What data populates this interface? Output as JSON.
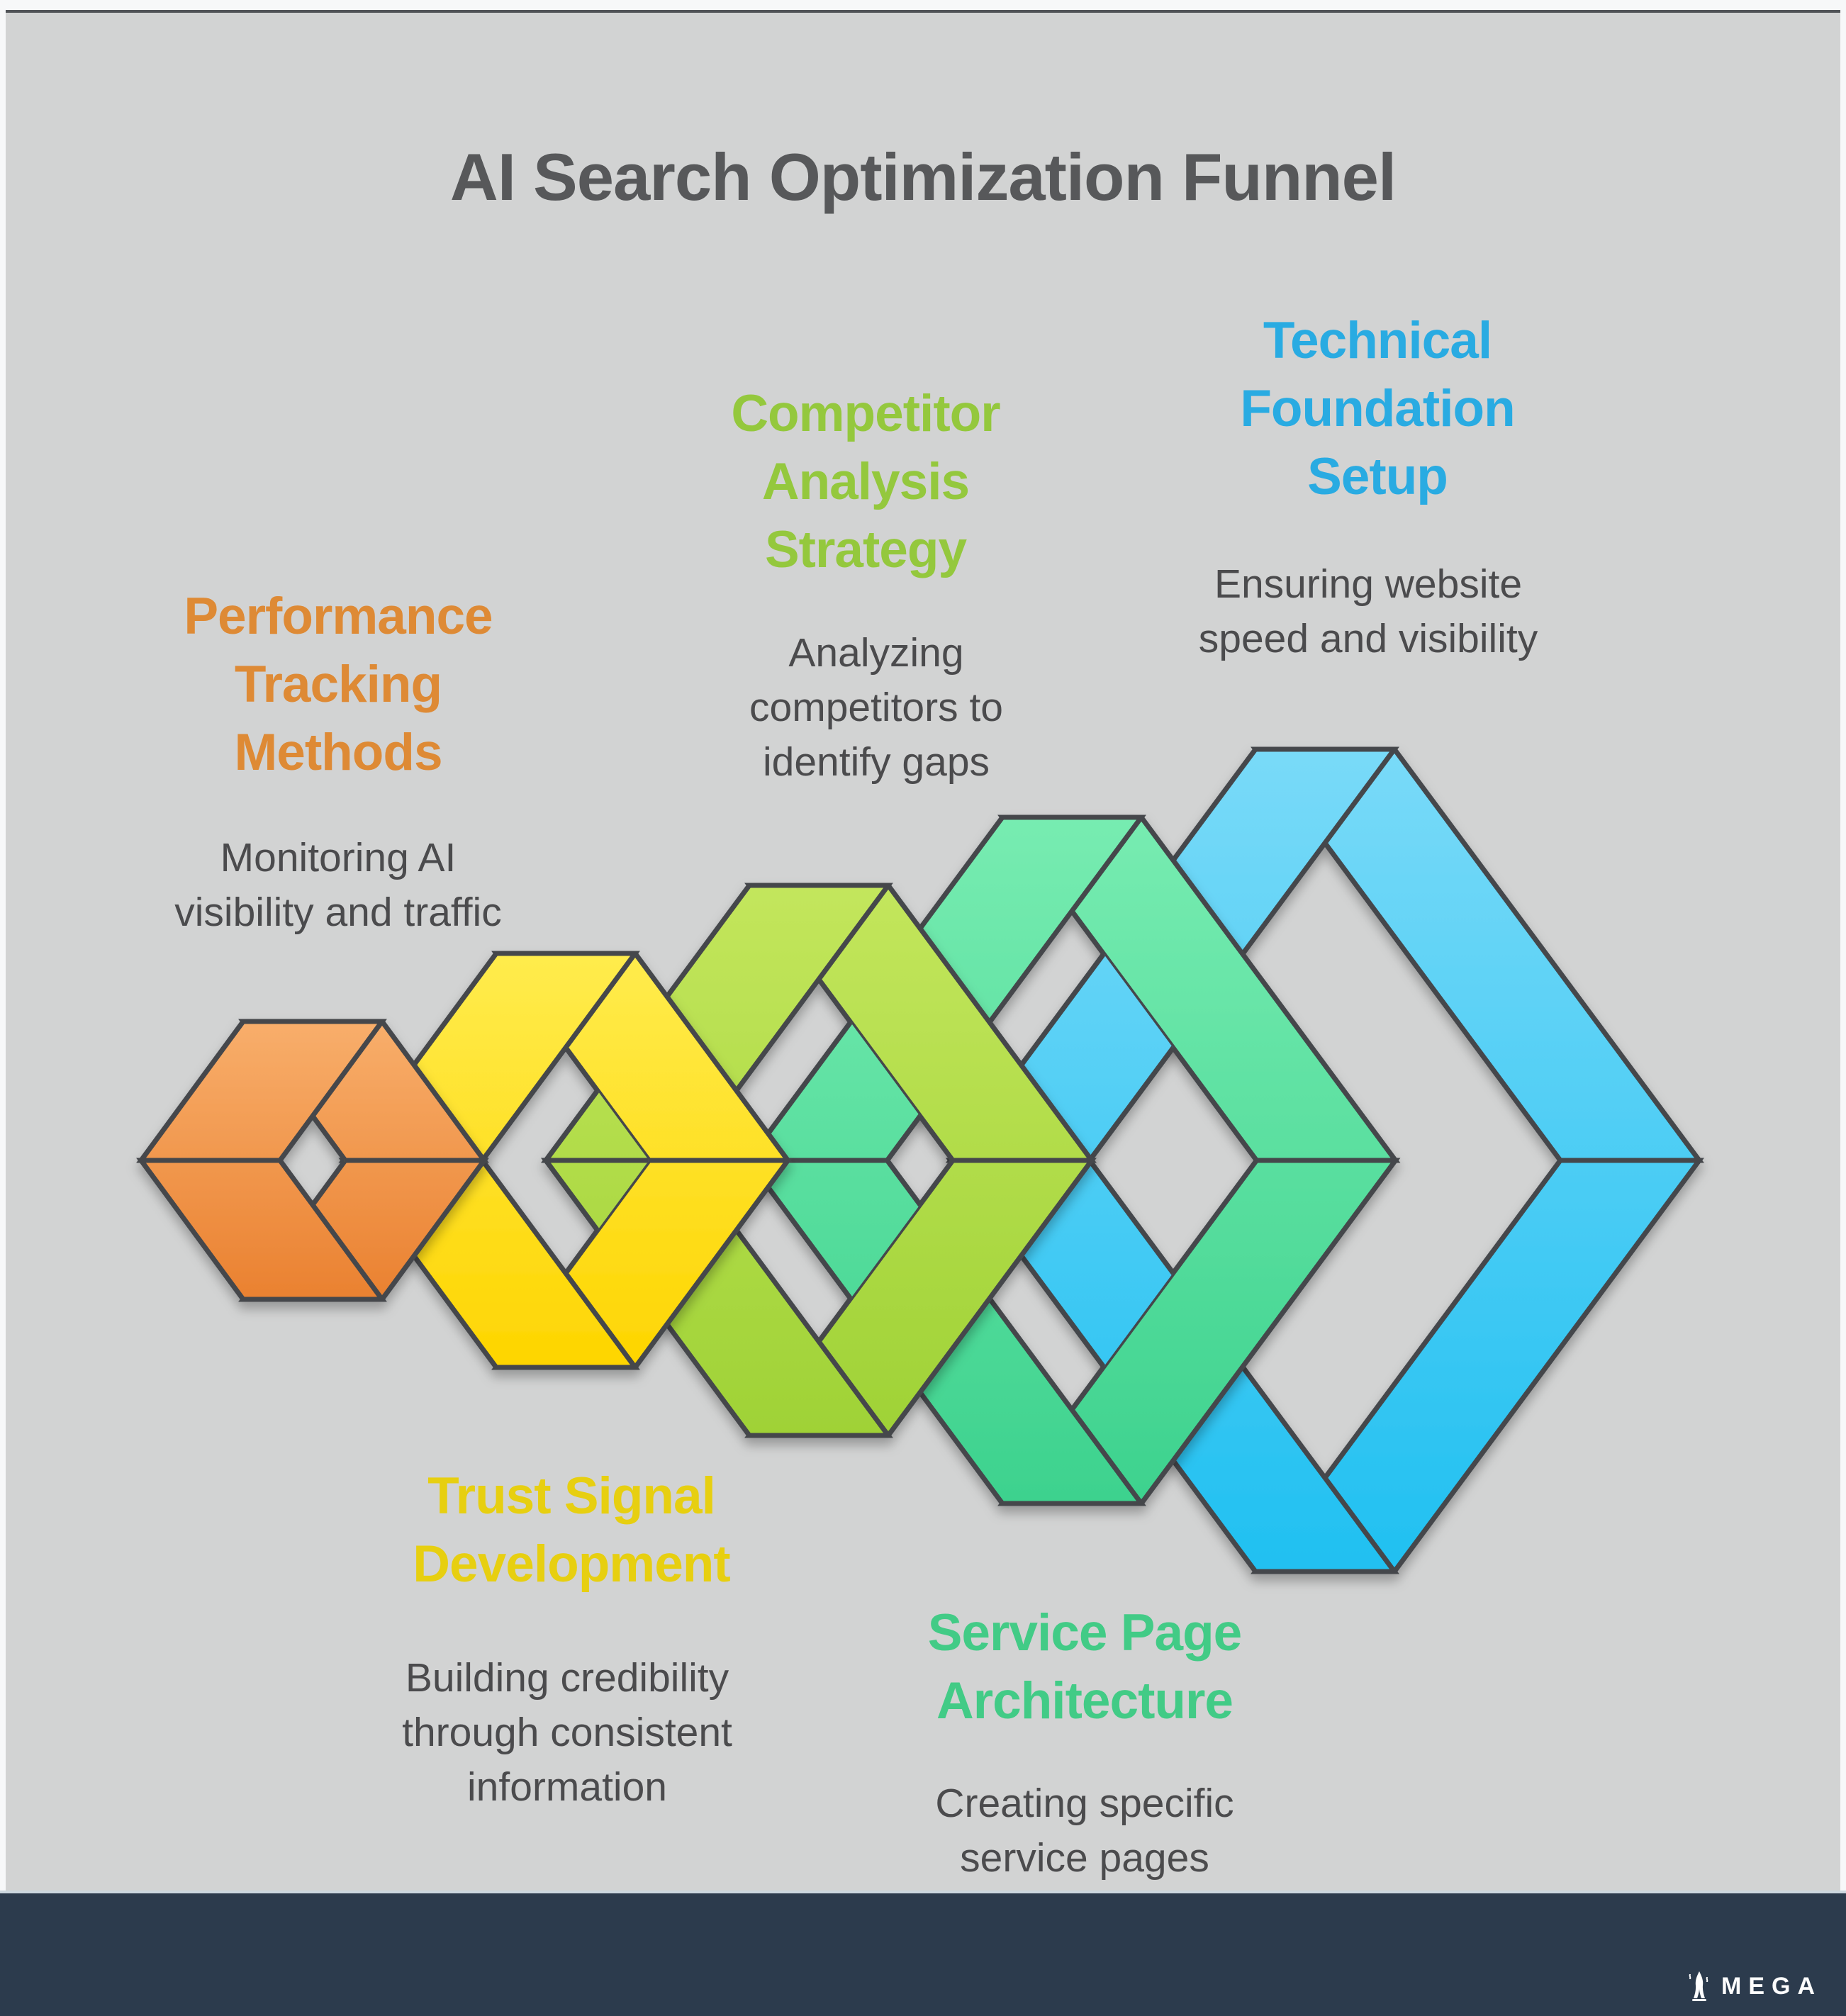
{
  "title": "AI Search Optimization Funnel",
  "stages": [
    {
      "key": "performance-tracking",
      "name": "Performance Tracking Methods",
      "title_lines": [
        "Performance",
        "Tracking",
        "Methods"
      ],
      "desc_lines": [
        "Monitoring AI",
        "visibility and traffic"
      ],
      "label_color": "#de8a35",
      "shape_light": "#f8ae6b",
      "shape_dark": "#ea8130"
    },
    {
      "key": "trust-signal",
      "name": "Trust Signal Development",
      "title_lines": [
        "Trust Signal",
        "Development"
      ],
      "desc_lines": [
        "Building credibility",
        "through consistent",
        "information"
      ],
      "label_color": "#e7cf10",
      "shape_light": "#ffec4d",
      "shape_dark": "#fed500"
    },
    {
      "key": "competitor-analysis",
      "name": "Competitor Analysis Strategy",
      "title_lines": [
        "Competitor",
        "Analysis",
        "Strategy"
      ],
      "desc_lines": [
        "Analyzing",
        "competitors to",
        "identify gaps"
      ],
      "label_color": "#94c83d",
      "shape_light": "#c3e65c",
      "shape_dark": "#9fd236"
    },
    {
      "key": "service-page",
      "name": "Service Page Architecture",
      "title_lines": [
        "Service Page",
        "Architecture"
      ],
      "desc_lines": [
        "Creating specific",
        "service pages"
      ],
      "label_color": "#42cb86",
      "shape_light": "#77ecb1",
      "shape_dark": "#3dd28e"
    },
    {
      "key": "technical-foundation",
      "name": "Technical Foundation Setup",
      "title_lines": [
        "Technical",
        "Foundation",
        "Setup"
      ],
      "desc_lines": [
        "Ensuring website",
        "speed and visibility"
      ],
      "label_color": "#29abe2",
      "shape_light": "#79daf8",
      "shape_dark": "#20c0f1"
    }
  ],
  "colors": {
    "page_background": "#f7f8f9",
    "canvas_background": "#d2d3d3",
    "outline": "#44474b",
    "title_color": "#57585a",
    "desc_color": "#4b4b4d",
    "footer_background": "#2c3b4d"
  },
  "footer": {
    "brand": "MEGA",
    "icon": "rocket-statue-icon"
  }
}
